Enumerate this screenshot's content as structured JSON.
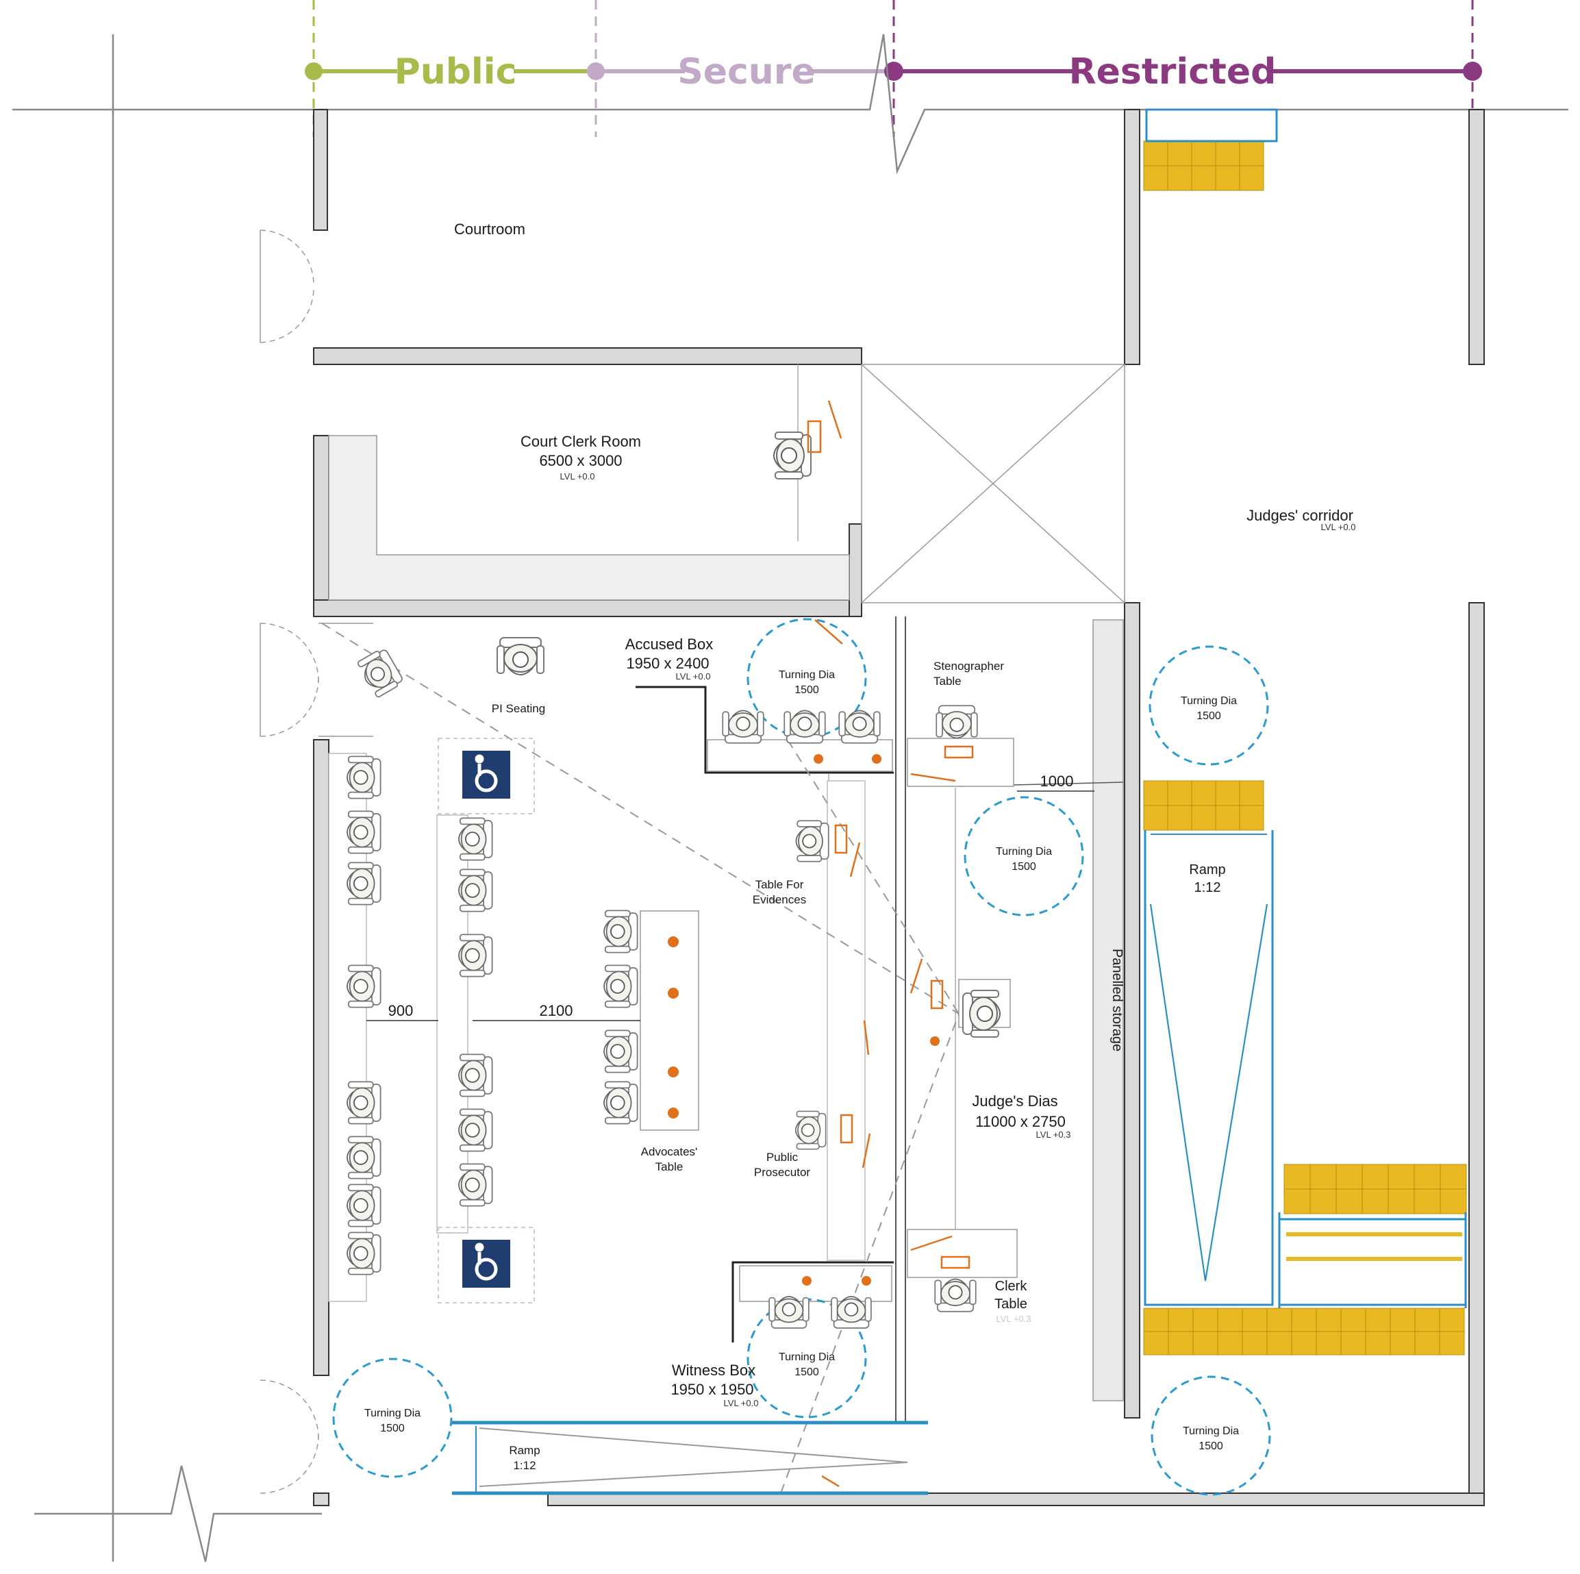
{
  "zones": {
    "public": "Public",
    "secure": "Secure",
    "restricted": "Restricted"
  },
  "colors": {
    "public": "#a8bb4a",
    "secure": "#c3a9c8",
    "restricted": "#8b3a82",
    "wall_fill": "#d9d9d9",
    "wall_stroke": "#333333",
    "ramp_blue": "#2a8fc4",
    "tactile_yellow": "#e8b923",
    "accessible_sign": "#1f3d6e",
    "furniture_orange": "#e0701a",
    "turning_circle": "#2a9bd0"
  },
  "rooms": {
    "courtroom": "Courtroom",
    "clerk_room_name": "Court Clerk Room",
    "clerk_room_size": "6500 x 3000",
    "clerk_room_lvl": "LVL +0.0",
    "judges_corridor": "Judges' corridor",
    "judges_corridor_lvl": "LVL +0.0",
    "accused_box_name": "Accused Box",
    "accused_box_size": "1950 x 2400",
    "accused_box_lvl": "LVL +0.0",
    "pi_seating": "PI Seating",
    "stenographer_1": "Stenographer",
    "stenographer_2": "Table",
    "evidence_1": "Table For",
    "evidence_2": "Evidences",
    "advocates_1": "Advocates'",
    "advocates_2": "Table",
    "prosecutor_1": "Public",
    "prosecutor_2": "Prosecutor",
    "dias_name": "Judge's Dias",
    "dias_size": "11000 x 2750",
    "dias_lvl": "LVL +0.3",
    "clerk_table_1": "Clerk",
    "clerk_table_2": "Table",
    "clerk_table_lvl": "LVL +0.3",
    "witness_box_name": "Witness Box",
    "witness_box_size": "1950 x 1950",
    "witness_box_lvl": "LVL +0.0",
    "paneled_storage": "Panelled storage",
    "ramp_right_1": "Ramp",
    "ramp_right_2": "1:12",
    "ramp_bottom_1": "Ramp",
    "ramp_bottom_2": "1:12"
  },
  "turning": {
    "label": "Turning Dia",
    "value": "1500"
  },
  "dimensions": {
    "d900": "900",
    "d2100": "2100",
    "d1000": "1000"
  },
  "icons": {
    "accessible": "wheelchair-icon",
    "person": "seated-person-icon",
    "chair": "chair-icon"
  }
}
